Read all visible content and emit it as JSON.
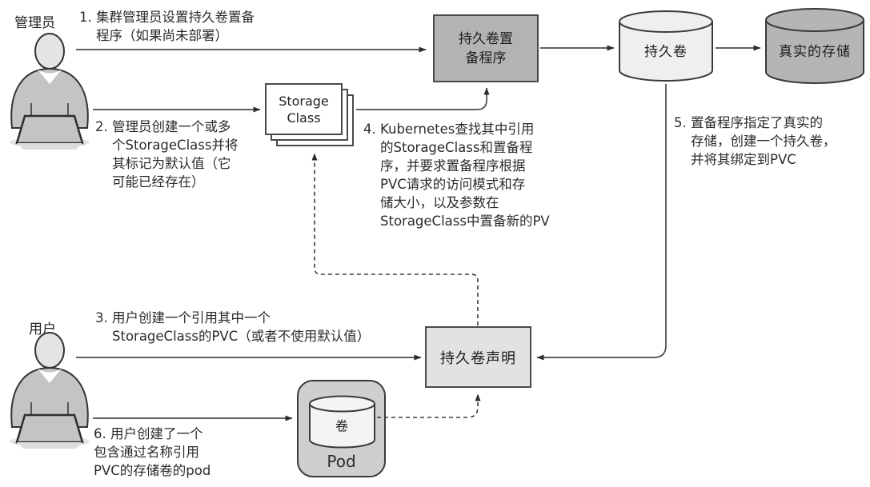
{
  "diagram_title": "Kubernetes dynamic persistent volume provisioning flow",
  "actors": {
    "admin": {
      "label": "管理员"
    },
    "user": {
      "label": "用户"
    }
  },
  "nodes": {
    "storage_class": {
      "label": "Storage\nClass"
    },
    "provisioner": {
      "label": "持久卷置\n备程序"
    },
    "persistent_volume": {
      "label": "持久卷"
    },
    "real_storage": {
      "label": "真实的存储"
    },
    "pvc": {
      "label": "持久卷声明"
    },
    "pod": {
      "label": "Pod"
    },
    "volume": {
      "label": "卷"
    }
  },
  "steps": {
    "step1": "1. 集群管理员设置持久卷置备\n程序（如果尚未部署）",
    "step2": "2. 管理员创建一个或多\n个StorageClass并将\n其标记为默认值（它\n可能已经存在）",
    "step3": "3. 用户创建一个引用其中一个\nStorageClass的PVC（或者不使用默认值）",
    "step4": "4. Kubernetes查找其中引用\n的StorageClass和置备程\n序，并要求置备程序根据\nPVC请求的访问模式和存\n储大小，以及参数在\nStorageClass中置备新的PV",
    "step5": "5. 置备程序指定了真实的\n存储，创建一个持久卷，\n并将其绑定到PVC",
    "step6": "6.  用户创建了一个\n包含通过名称引用\nPVC的存储卷的pod"
  },
  "colors": {
    "line": "#4a4a4a",
    "box_dark_fill": "#b3b3b3",
    "box_light_fill": "#e2e2e2",
    "cylinder_light_fill": "#efefef",
    "cylinder_dark_fill": "#b5b5b5",
    "pod_fill": "#cfcfcf",
    "volume_fill": "#f4f4f4",
    "storage_class_fill": "#ffffff"
  }
}
